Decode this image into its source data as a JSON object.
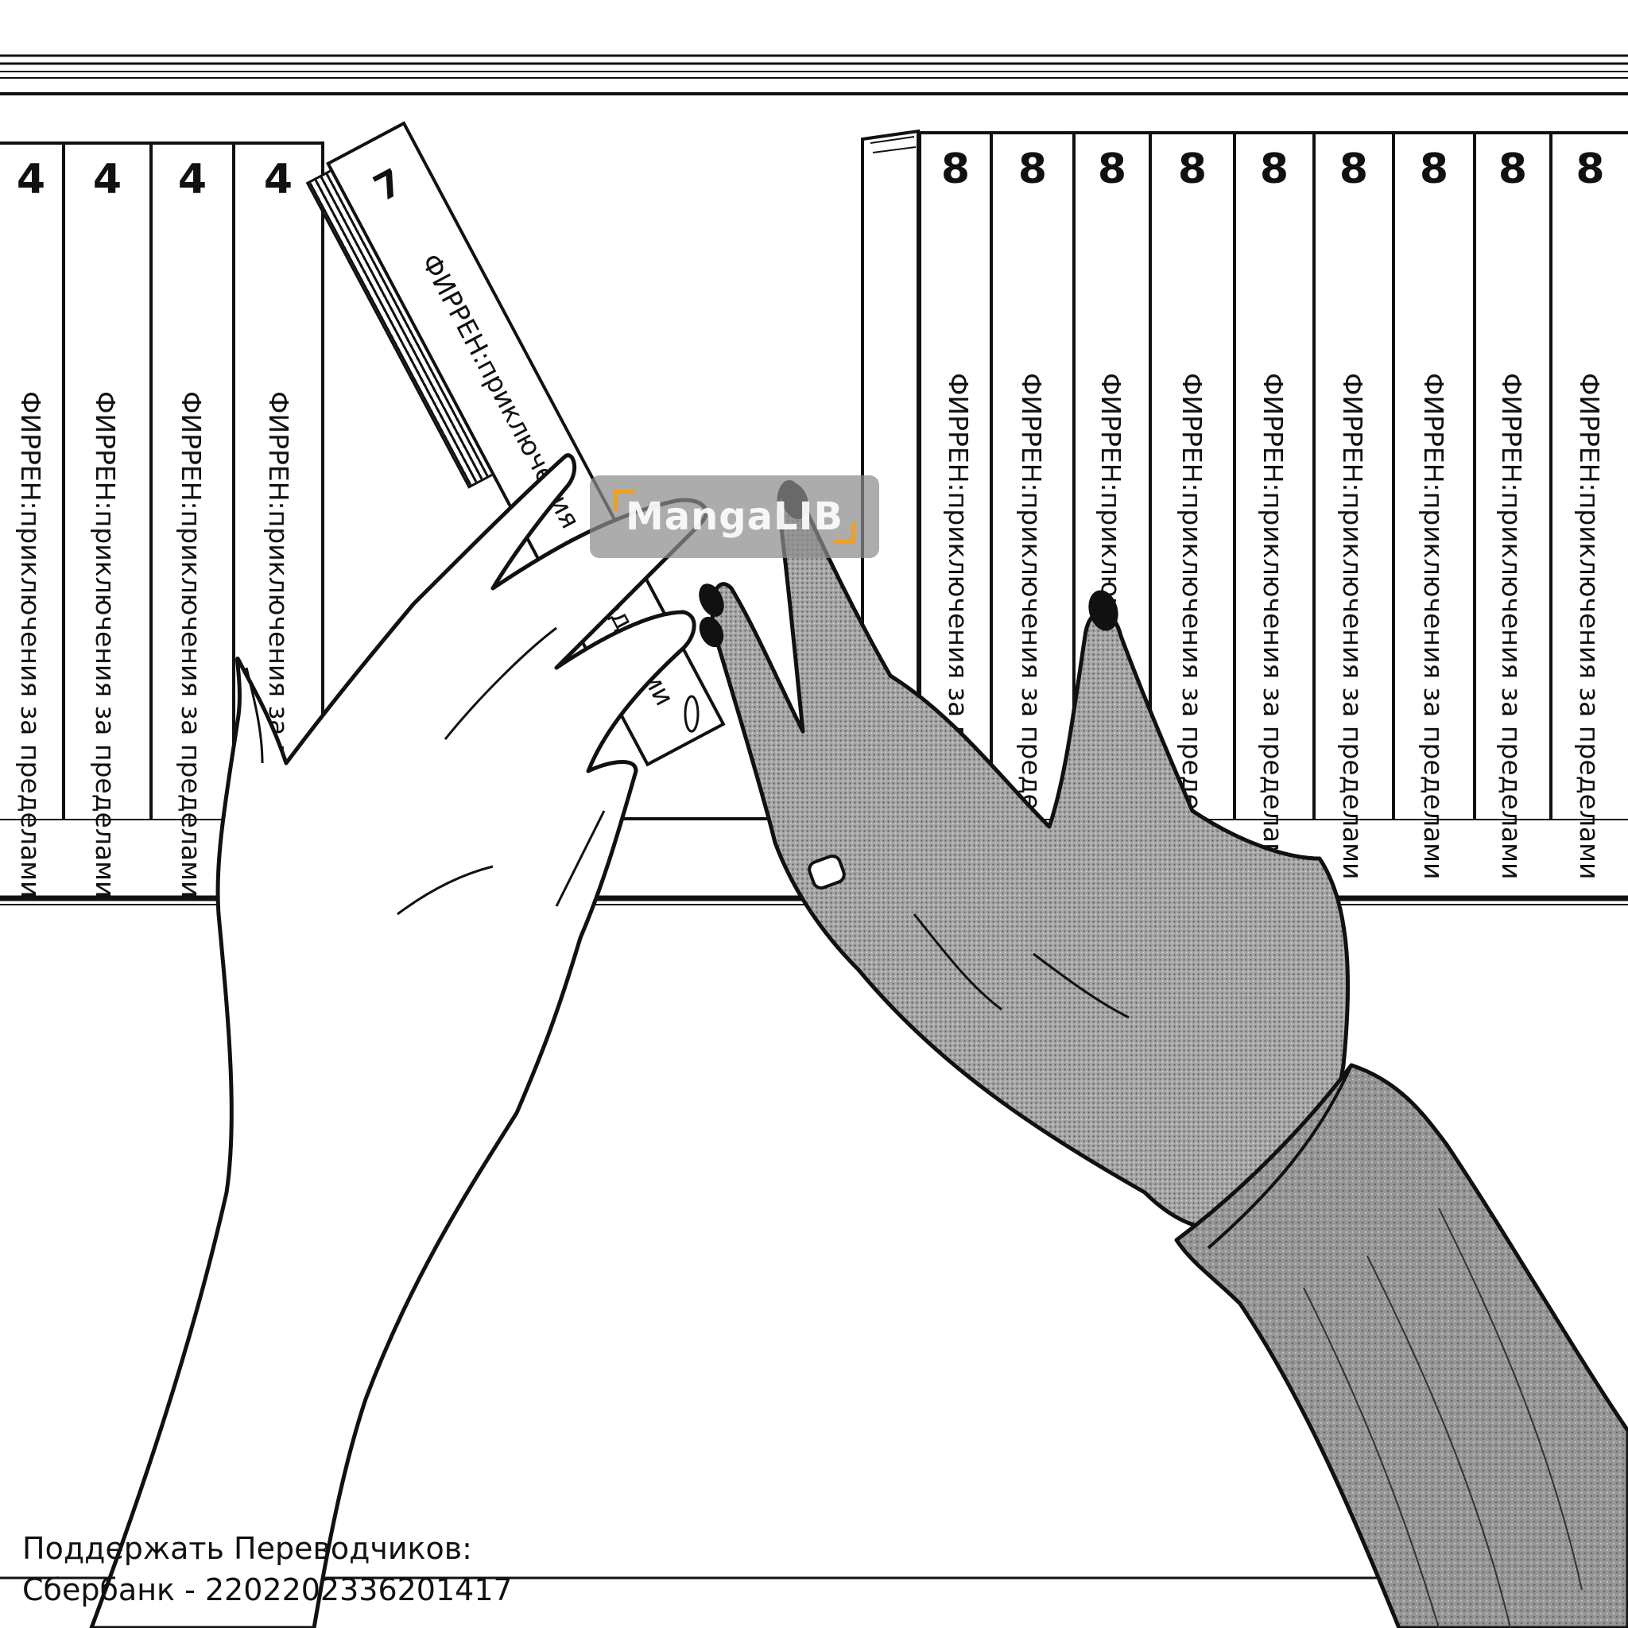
{
  "illustration": {
    "subject": "two-hands-reaching-for-books-on-shelf"
  },
  "bookshelf": {
    "left_group": {
      "volume_number": "4",
      "spine_title": "ФИРРЕН:приключения за пределами"
    },
    "tilted_book": {
      "volume_number": "7",
      "spine_title": "ФИРРЕН:приключения за пределами"
    },
    "right_group": {
      "volume_number": "8",
      "spine_title": "ФИРРЕН:приключения за пределами"
    }
  },
  "watermark": {
    "text": "MangaLIB",
    "accent_color": "#f0a020"
  },
  "support": {
    "line_1": "Поддержать Переводчиков:",
    "line_2": "Сбербанк - 2202202336201417"
  },
  "colors": {
    "ink": "#111111",
    "paper": "#ffffff",
    "toned_hand": "#9a9a9a",
    "sleeve": "#8e8e8e"
  }
}
